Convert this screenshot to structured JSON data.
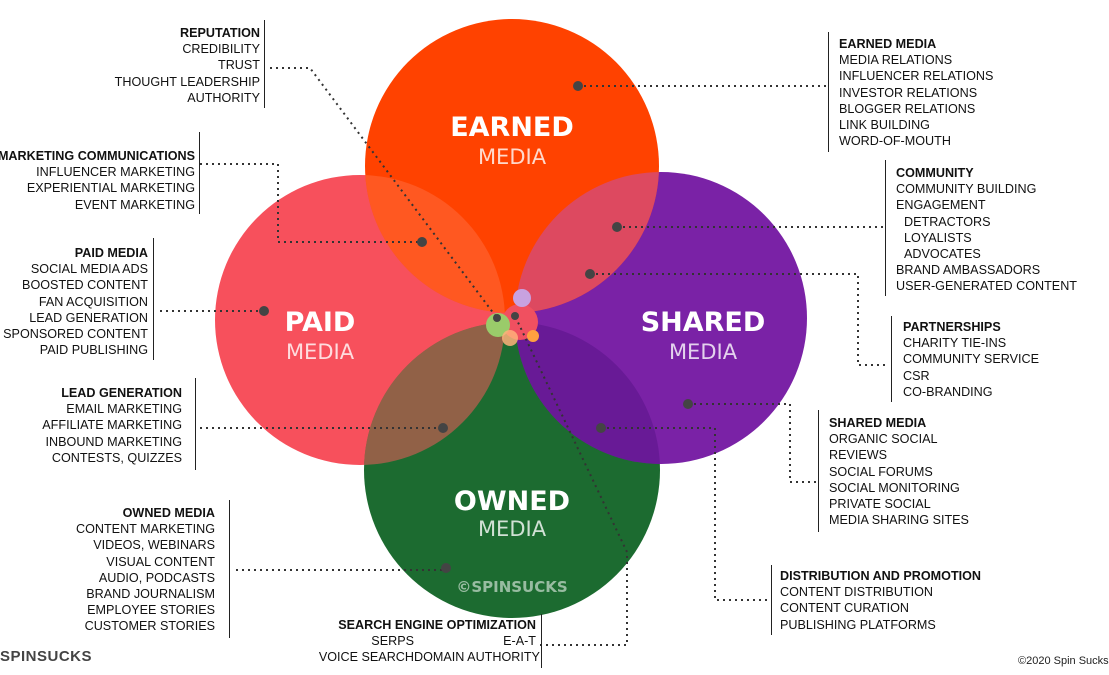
{
  "circles": {
    "earned": {
      "title": "EARNED",
      "subtitle": "MEDIA",
      "color": "#ff4200"
    },
    "paid": {
      "title": "PAID",
      "subtitle": "MEDIA",
      "color": "#f7505c"
    },
    "shared": {
      "title": "SHARED",
      "subtitle": "MEDIA",
      "color": "#7a22a6"
    },
    "owned": {
      "title": "OWNED",
      "subtitle": "MEDIA",
      "color": "#1c6b30"
    }
  },
  "watermark": "©SPINSUCKS",
  "blocks": {
    "reputation": {
      "heading": "REPUTATION",
      "items": [
        "CREDIBILITY",
        "TRUST",
        "THOUGHT LEADERSHIP",
        "AUTHORITY"
      ]
    },
    "marketing_comms": {
      "heading": "MARKETING COMMUNICATIONS",
      "items": [
        "INFLUENCER MARKETING",
        "EXPERIENTIAL MARKETING",
        "EVENT MARKETING"
      ]
    },
    "paid_media": {
      "heading": "PAID MEDIA",
      "items": [
        "SOCIAL MEDIA ADS",
        "BOOSTED CONTENT",
        "FAN ACQUISITION",
        "LEAD GENERATION",
        "SPONSORED CONTENT",
        "PAID PUBLISHING"
      ]
    },
    "lead_generation": {
      "heading": "LEAD GENERATION",
      "items": [
        "EMAIL MARKETING",
        "AFFILIATE MARKETING",
        "INBOUND MARKETING",
        "CONTESTS, QUIZZES"
      ]
    },
    "owned_media": {
      "heading": "OWNED MEDIA",
      "items": [
        "CONTENT MARKETING",
        "VIDEOS, WEBINARS",
        "VISUAL CONTENT",
        "AUDIO, PODCASTS",
        "BRAND JOURNALISM",
        "EMPLOYEE STORIES",
        "CUSTOMER STORIES"
      ]
    },
    "seo": {
      "heading": "SEARCH ENGINE OPTIMIZATION",
      "col1": [
        "SERPS",
        "VOICE SEARCH"
      ],
      "col2": [
        "E-A-T",
        "DOMAIN AUTHORITY"
      ]
    },
    "earned_media": {
      "heading": "EARNED MEDIA",
      "items": [
        "MEDIA RELATIONS",
        "INFLUENCER RELATIONS",
        "INVESTOR RELATIONS",
        "BLOGGER RELATIONS",
        "LINK BUILDING",
        "WORD-OF-MOUTH"
      ]
    },
    "community": {
      "heading": "COMMUNITY",
      "items": [
        "COMMUNITY BUILDING",
        "ENGAGEMENT",
        "DETRACTORS",
        "LOYALISTS",
        "ADVOCATES",
        "BRAND AMBASSADORS",
        "USER-GENERATED CONTENT"
      ]
    },
    "partnerships": {
      "heading": "PARTNERSHIPS",
      "items": [
        "CHARITY TIE-INS",
        "COMMUNITY SERVICE",
        "CSR",
        "CO-BRANDING"
      ]
    },
    "shared_media": {
      "heading": "SHARED MEDIA",
      "items": [
        "ORGANIC SOCIAL",
        "REVIEWS",
        "SOCIAL FORUMS",
        "SOCIAL MONITORING",
        "PRIVATE SOCIAL",
        "MEDIA SHARING SITES"
      ]
    },
    "distribution": {
      "heading": "DISTRIBUTION AND PROMOTION",
      "items": [
        "CONTENT DISTRIBUTION",
        "CONTENT CURATION",
        "PUBLISHING PLATFORMS"
      ]
    }
  },
  "logo_left": "SPINSUCKS",
  "copyright": "©2020 Spin Sucks"
}
